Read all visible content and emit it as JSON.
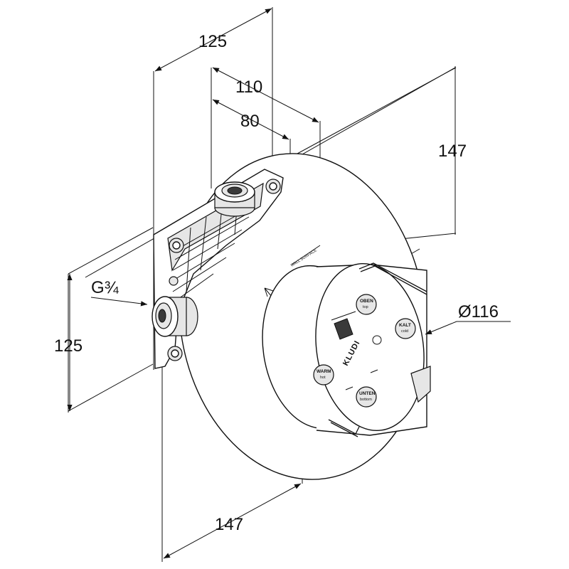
{
  "dimensions": {
    "top_width": "125",
    "middle_width": "110",
    "inner_width": "80",
    "right_height": "147",
    "left_height": "125",
    "bottom_width": "147",
    "diameter": "Ø116",
    "thread": "G¾"
  },
  "labels": {
    "top": {
      "line1": "OBEN",
      "line2": "top"
    },
    "right": {
      "line1": "KALT",
      "line2": "cold"
    },
    "left": {
      "line1": "WARM",
      "line2": "hot"
    },
    "bottom": {
      "line1": "UNTEN",
      "line2": "bottom"
    },
    "brand": "KLUDI",
    "wall_mark": "WALL SURFACE"
  }
}
